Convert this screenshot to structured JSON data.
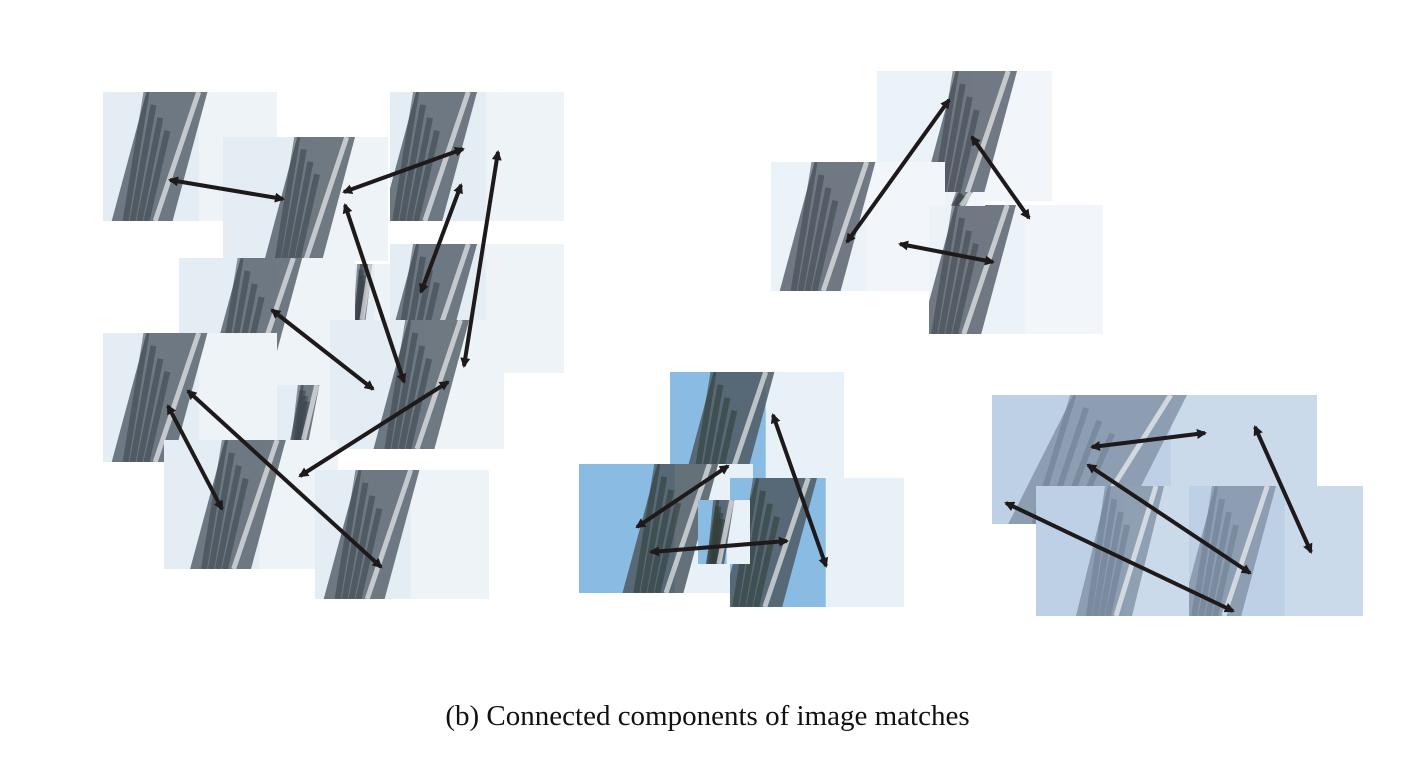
{
  "figure": {
    "caption": "(b) Connected components of image matches",
    "components": [
      {
        "name": "cluster-left",
        "photo_count": 11,
        "match_count": 9,
        "palette": {
          "sky": "#dfe8f1",
          "snow": "#eef3f8",
          "rock": "#58636d",
          "forest": "#39424a"
        }
      },
      {
        "name": "cluster-top-right",
        "photo_count": 4,
        "match_count": 3,
        "palette": {
          "sky": "#e6eef6",
          "snow": "#f2f6fa",
          "rock": "#5b646e",
          "forest": "#3c444c"
        }
      },
      {
        "name": "cluster-bottom-middle",
        "photo_count": 4,
        "match_count": 3,
        "palette": {
          "sky": "#3d8ed0",
          "snow": "#e9f1f8",
          "rock": "#4d5a63",
          "forest": "#2f3a33"
        }
      },
      {
        "name": "cluster-bottom-right",
        "photo_count": 4,
        "match_count": 4,
        "palette": {
          "sky": "#b3c8e2",
          "snow": "#cbdaeb",
          "rock": "#8595a8",
          "forest": "#6d7c90"
        }
      }
    ],
    "arrow_color": "#1e1a1b"
  }
}
